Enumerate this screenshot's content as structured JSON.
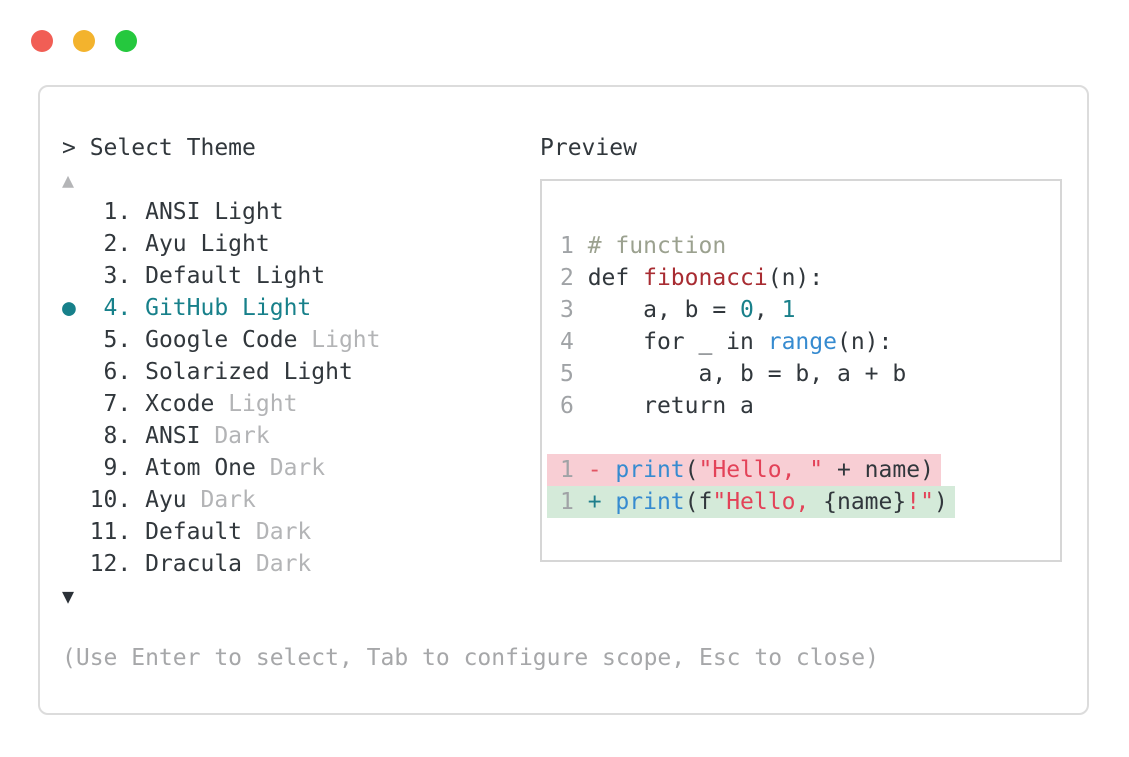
{
  "colors": {
    "accent_teal": "#17808a",
    "text_dark": "#31373c",
    "muted_gray": "#b3b4b6",
    "footer_gray": "#a6a7a9",
    "diff_removed_bg": "#f8ced4",
    "diff_added_bg": "#d4ead9",
    "traffic_red": "#f15e55",
    "traffic_yellow": "#f3b32d",
    "traffic_green": "#25c83e"
  },
  "prompt": {
    "text": "> Select Theme"
  },
  "theme_list": {
    "scroll_up": "▲",
    "scroll_down": "▼",
    "selected_bullet": "●",
    "items": [
      {
        "number": "1.",
        "name": "ANSI Light",
        "suffix": "",
        "selected": false
      },
      {
        "number": "2.",
        "name": "Ayu Light",
        "suffix": "",
        "selected": false
      },
      {
        "number": "3.",
        "name": "Default Light",
        "suffix": "",
        "selected": false
      },
      {
        "number": "4.",
        "name": "GitHub Light",
        "suffix": "",
        "selected": true
      },
      {
        "number": "5.",
        "name": "Google Code",
        "suffix": "Light",
        "selected": false
      },
      {
        "number": "6.",
        "name": "Solarized Light",
        "suffix": "",
        "selected": false
      },
      {
        "number": "7.",
        "name": "Xcode",
        "suffix": "Light",
        "selected": false
      },
      {
        "number": "8.",
        "name": "ANSI",
        "suffix": "Dark",
        "selected": false
      },
      {
        "number": "9.",
        "name": "Atom One",
        "suffix": "Dark",
        "selected": false
      },
      {
        "number": "10.",
        "name": "Ayu",
        "suffix": "Dark",
        "selected": false
      },
      {
        "number": "11.",
        "name": "Default",
        "suffix": "Dark",
        "selected": false
      },
      {
        "number": "12.",
        "name": "Dracula",
        "suffix": "Dark",
        "selected": false
      }
    ]
  },
  "preview": {
    "label": "Preview",
    "lines": [
      {
        "ln": "1",
        "bg": "",
        "tokens": [
          {
            "t": "# function",
            "c": "comment"
          }
        ]
      },
      {
        "ln": "2",
        "bg": "",
        "tokens": [
          {
            "t": "def ",
            "c": "text"
          },
          {
            "t": "fibonacci",
            "c": "fn"
          },
          {
            "t": "(n):",
            "c": "text"
          }
        ]
      },
      {
        "ln": "3",
        "bg": "",
        "tokens": [
          {
            "t": "    a, b = ",
            "c": "text"
          },
          {
            "t": "0",
            "c": "num"
          },
          {
            "t": ", ",
            "c": "text"
          },
          {
            "t": "1",
            "c": "num"
          }
        ]
      },
      {
        "ln": "4",
        "bg": "",
        "tokens": [
          {
            "t": "    for _ in ",
            "c": "text"
          },
          {
            "t": "range",
            "c": "builtin"
          },
          {
            "t": "(n):",
            "c": "text"
          }
        ]
      },
      {
        "ln": "5",
        "bg": "",
        "tokens": [
          {
            "t": "        a, b = b, a + b",
            "c": "text"
          }
        ]
      },
      {
        "ln": "6",
        "bg": "",
        "tokens": [
          {
            "t": "    return a",
            "c": "text"
          }
        ]
      },
      {
        "ln": "",
        "bg": "",
        "tokens": []
      },
      {
        "ln": "1",
        "bg": "removed",
        "tokens": [
          {
            "t": "- ",
            "c": "del"
          },
          {
            "t": "print",
            "c": "builtin"
          },
          {
            "t": "(",
            "c": "text"
          },
          {
            "t": "\"Hello, \"",
            "c": "str"
          },
          {
            "t": " + name)",
            "c": "text"
          }
        ]
      },
      {
        "ln": "1",
        "bg": "added",
        "tokens": [
          {
            "t": "+ ",
            "c": "add"
          },
          {
            "t": "print",
            "c": "builtin"
          },
          {
            "t": "(f",
            "c": "text"
          },
          {
            "t": "\"Hello, ",
            "c": "str"
          },
          {
            "t": "{name}",
            "c": "text"
          },
          {
            "t": "!\"",
            "c": "str"
          },
          {
            "t": ")",
            "c": "text"
          }
        ]
      }
    ]
  },
  "footer": {
    "hint": "(Use Enter to select, Tab to configure scope, Esc to close)"
  }
}
